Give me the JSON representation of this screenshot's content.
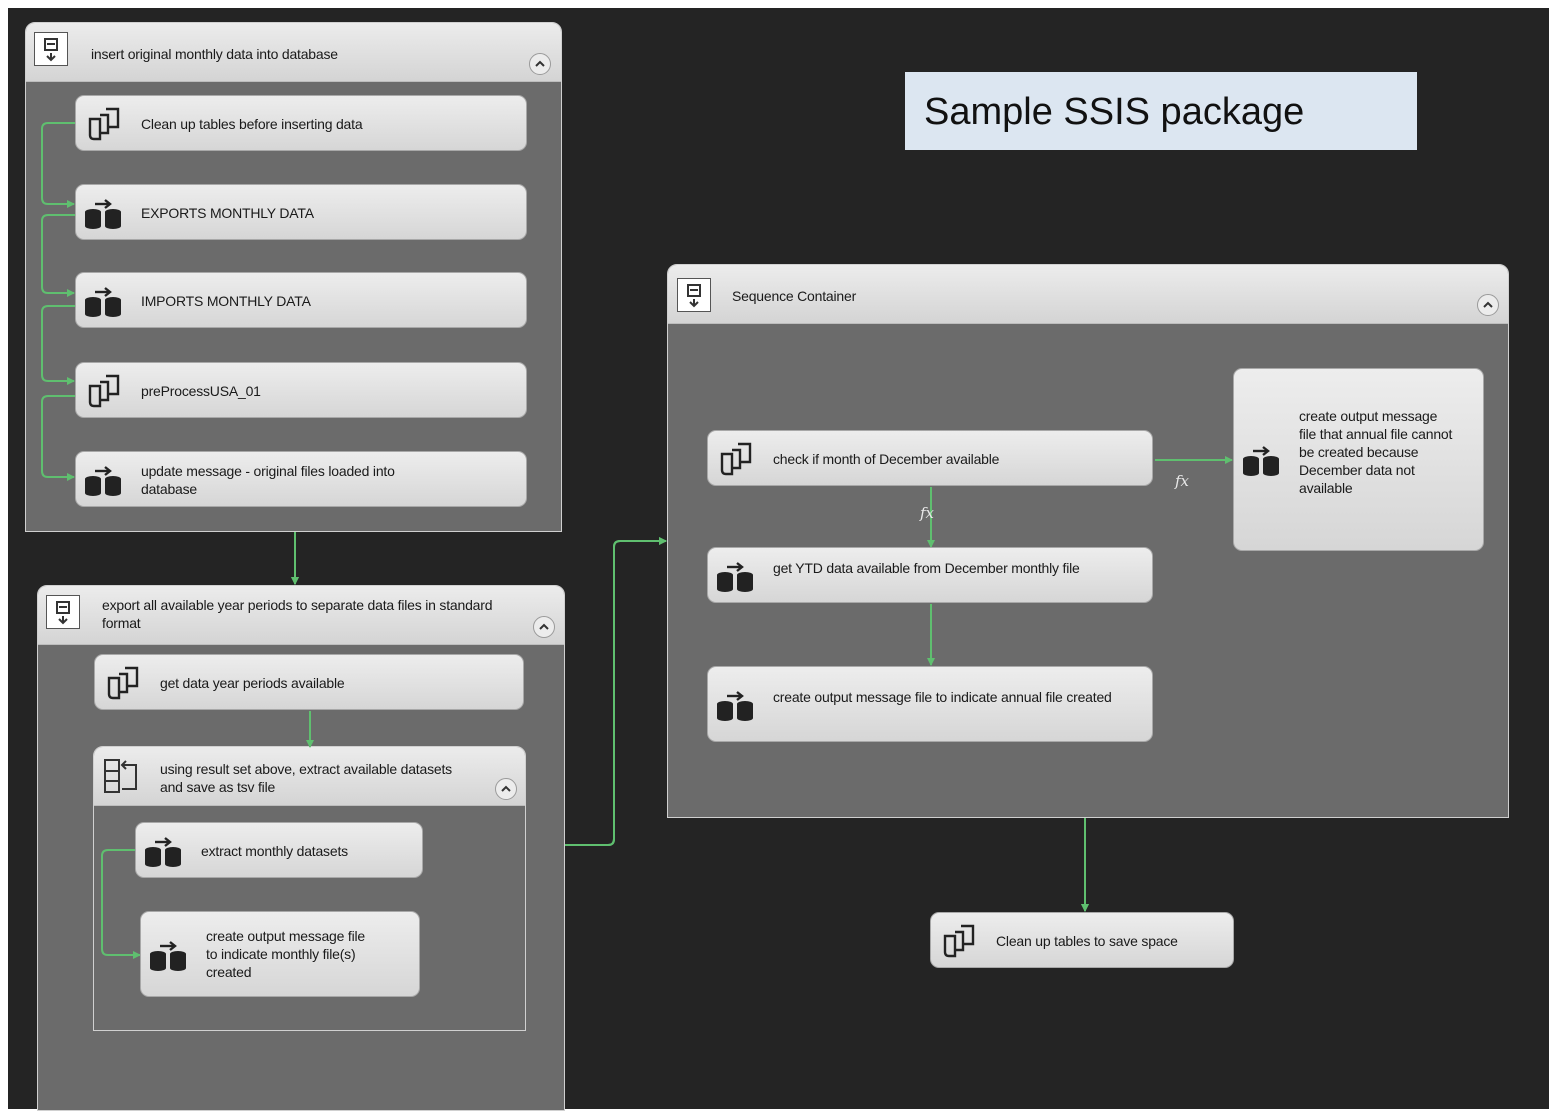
{
  "banner": {
    "title": "Sample SSIS package"
  },
  "containers": {
    "insert": {
      "title": "insert original monthly data into database",
      "tasks": [
        "Clean up tables before inserting data",
        "EXPORTS MONTHLY DATA",
        "IMPORTS MONTHLY DATA",
        "preProcessUSA_01",
        "update message - original files loaded into database"
      ]
    },
    "export": {
      "title": "export all available year periods to separate data files in standard format",
      "task_get": "get data year periods available",
      "foreach": {
        "title": "using result set above, extract available datasets and save as tsv file",
        "tasks": [
          "extract monthly datasets",
          "create output message file to indicate monthly file(s) created"
        ]
      }
    },
    "sequence": {
      "title": "Sequence Container",
      "tasks": {
        "check": "check if month of December available",
        "get_ytd": "get YTD data available from December monthly file",
        "annual_created": "create output message file to indicate annual file created",
        "cannot_create": "create output message file that annual file cannot be created because December data not available"
      },
      "expression_symbol": "fx"
    }
  },
  "final_task": "Clean up tables to save space",
  "colors": {
    "canvas": "#242424",
    "container_body": "#6b6b6b",
    "header": "#e0e0e0",
    "connector": "#5fbf6f",
    "banner": "#dce6f1"
  },
  "icons": {
    "container": "sequence-container-icon",
    "sql_task": "execute-sql-task-icon",
    "data_flow": "data-flow-task-icon",
    "foreach": "foreach-loop-icon",
    "collapse": "collapse-chevron-icon"
  }
}
